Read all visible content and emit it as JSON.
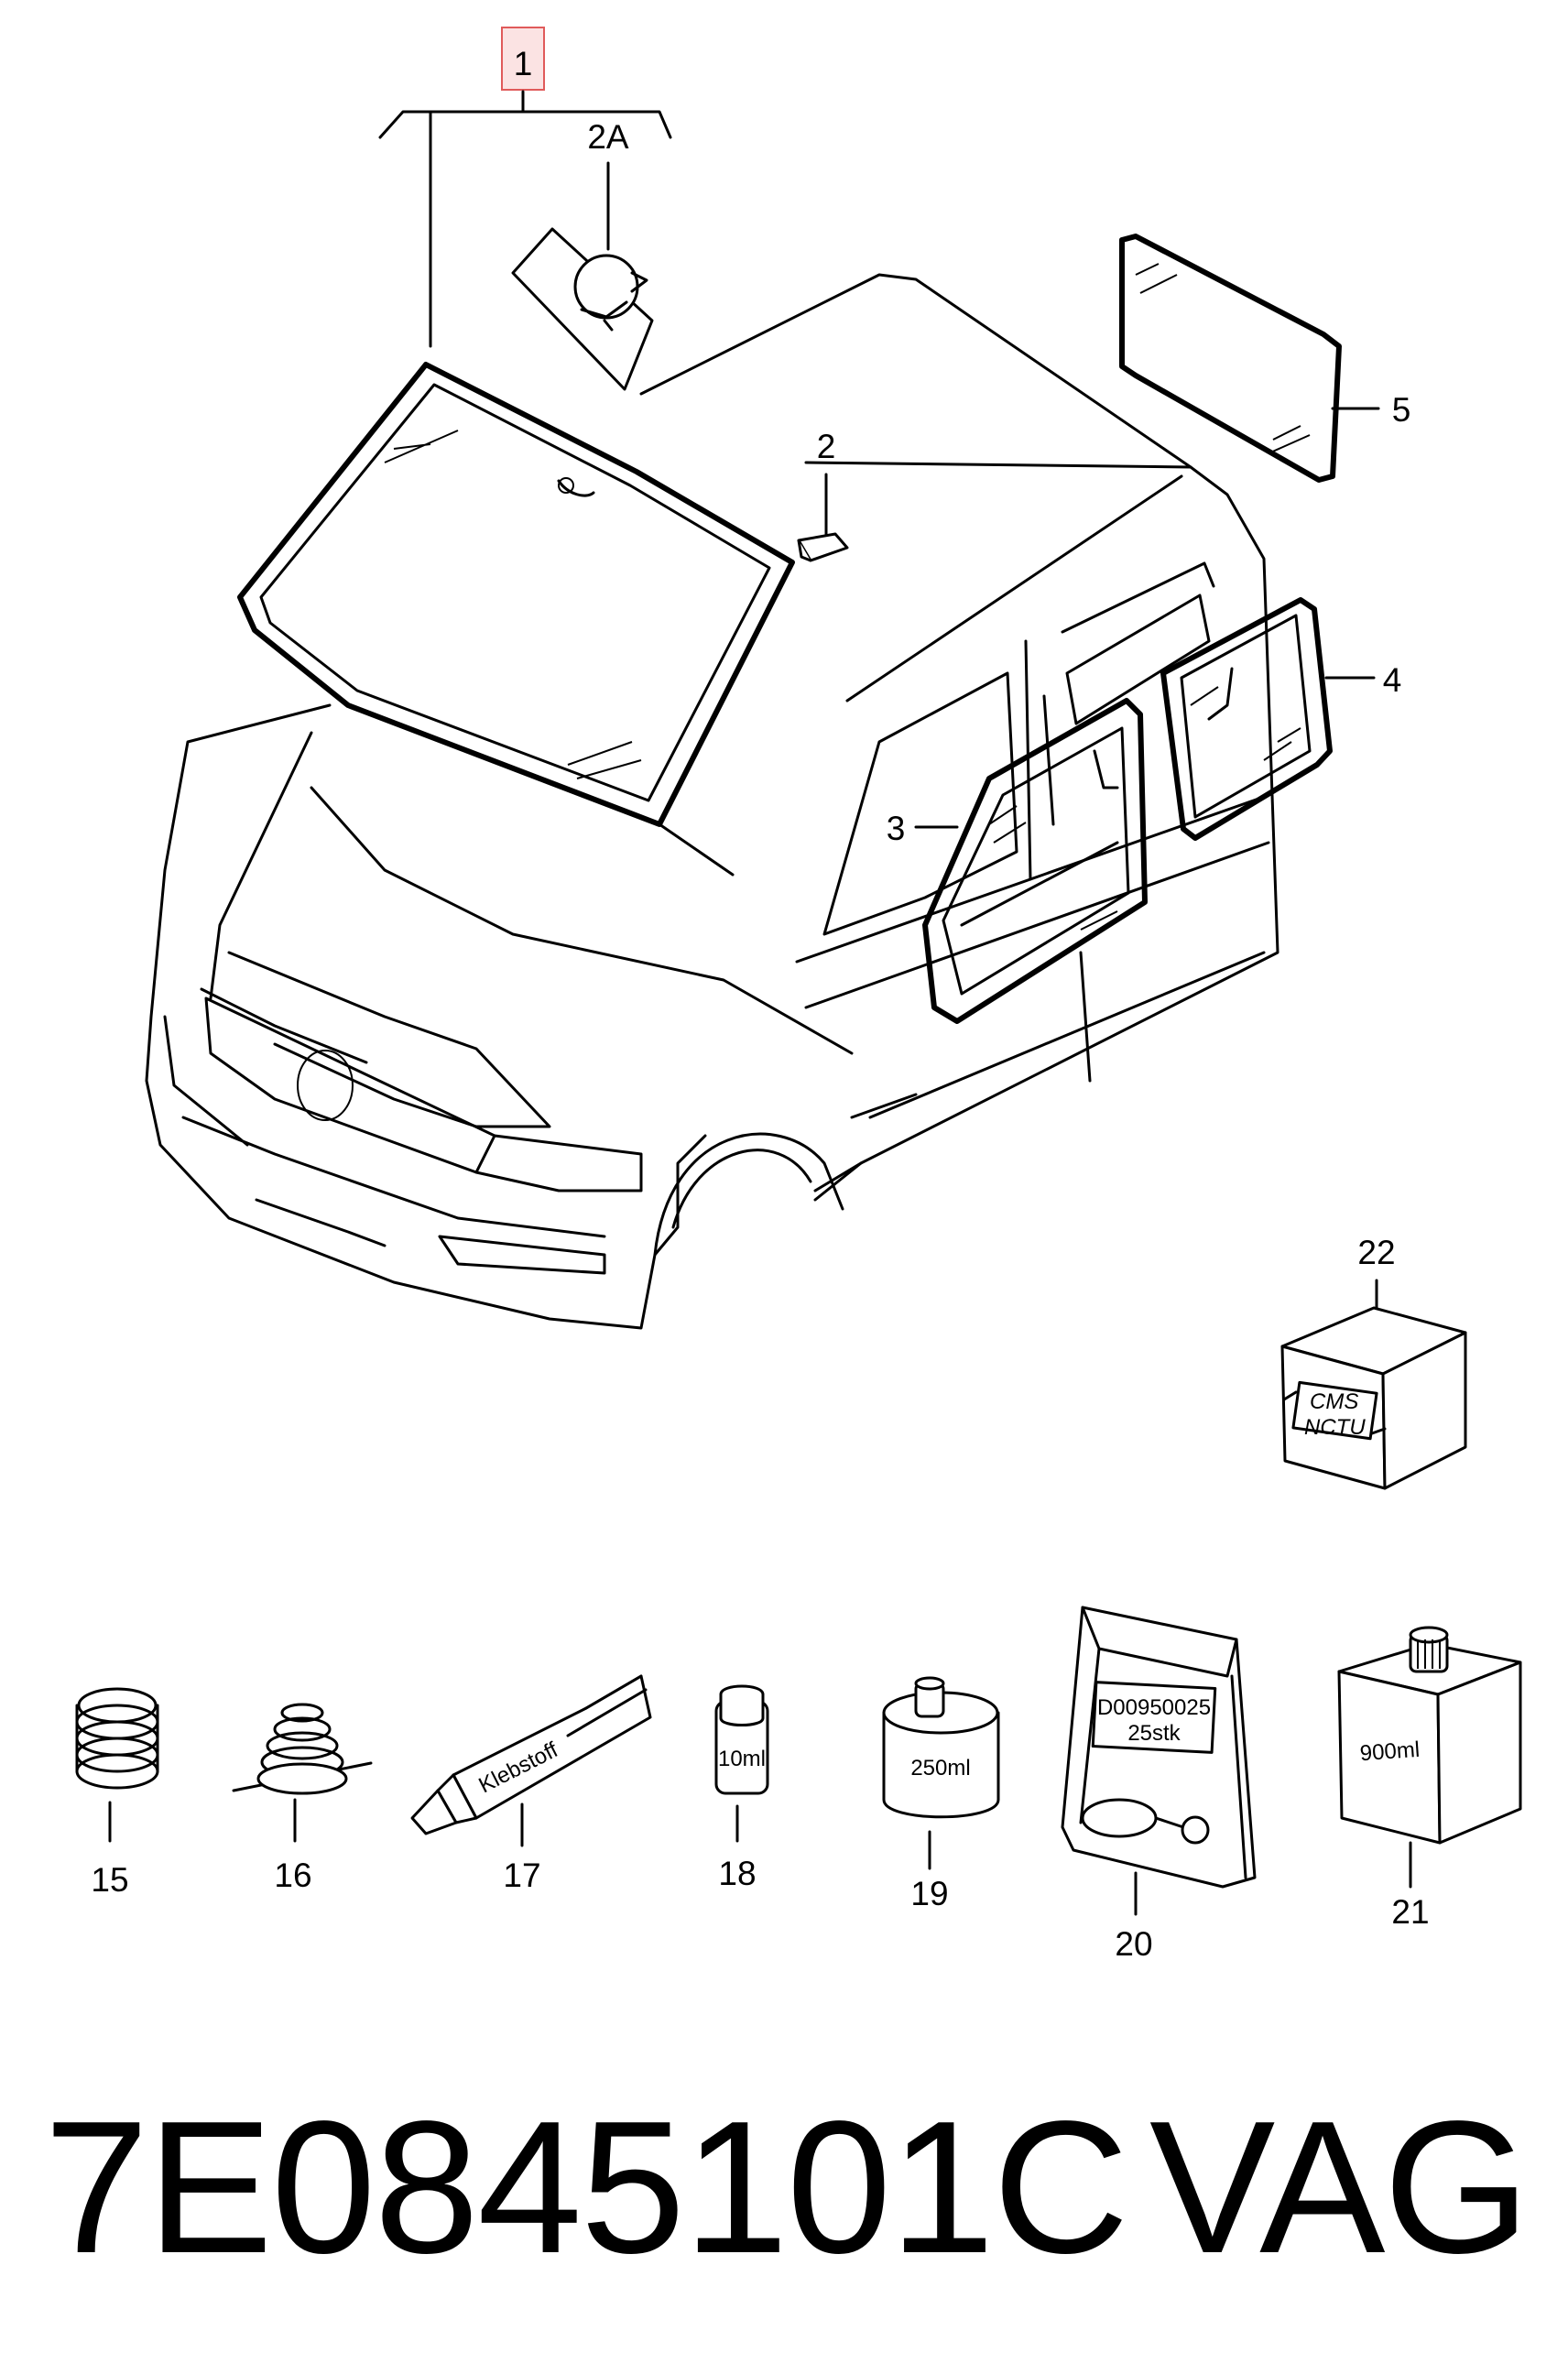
{
  "callouts": {
    "c1": "1",
    "c2A": "2A",
    "c2": "2",
    "c3": "3",
    "c4": "4",
    "c5": "5",
    "c15": "15",
    "c16": "16",
    "c17": "17",
    "c18": "18",
    "c19": "19",
    "c20": "20",
    "c21": "21",
    "c22": "22"
  },
  "package_labels": {
    "tube": "Klebstoff",
    "bottle_small": "10ml",
    "can_medium": "250ml",
    "bag_code": "D00950025",
    "bag_count": "25stk",
    "can_large": "900ml",
    "box_line1": "CMS",
    "box_line2": "NCTU"
  },
  "highlight_color": "#e05a5a",
  "footer": {
    "part_number": "7E0845101C",
    "brand": "VAG"
  }
}
